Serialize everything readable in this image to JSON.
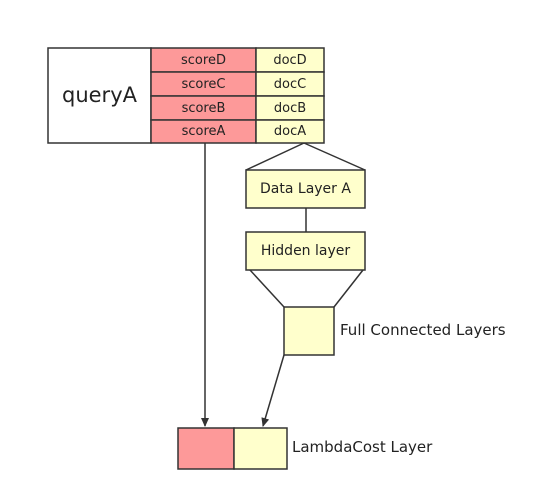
{
  "query": {
    "label": "queryA"
  },
  "rows": [
    {
      "score": "scoreD",
      "doc": "docD"
    },
    {
      "score": "scoreC",
      "doc": "docC"
    },
    {
      "score": "scoreB",
      "doc": "docB"
    },
    {
      "score": "scoreA",
      "doc": "docA"
    }
  ],
  "layers": {
    "data_layer": "Data Layer A",
    "hidden_layer": "Hidden layer",
    "full_connected": "Full Connected Layers",
    "lambda_cost": "LambdaCost Layer"
  },
  "colors": {
    "score_fill": "#fd9999",
    "doc_fill": "#ffffcc",
    "stroke": "#333333",
    "query_fill": "#ffffff"
  }
}
